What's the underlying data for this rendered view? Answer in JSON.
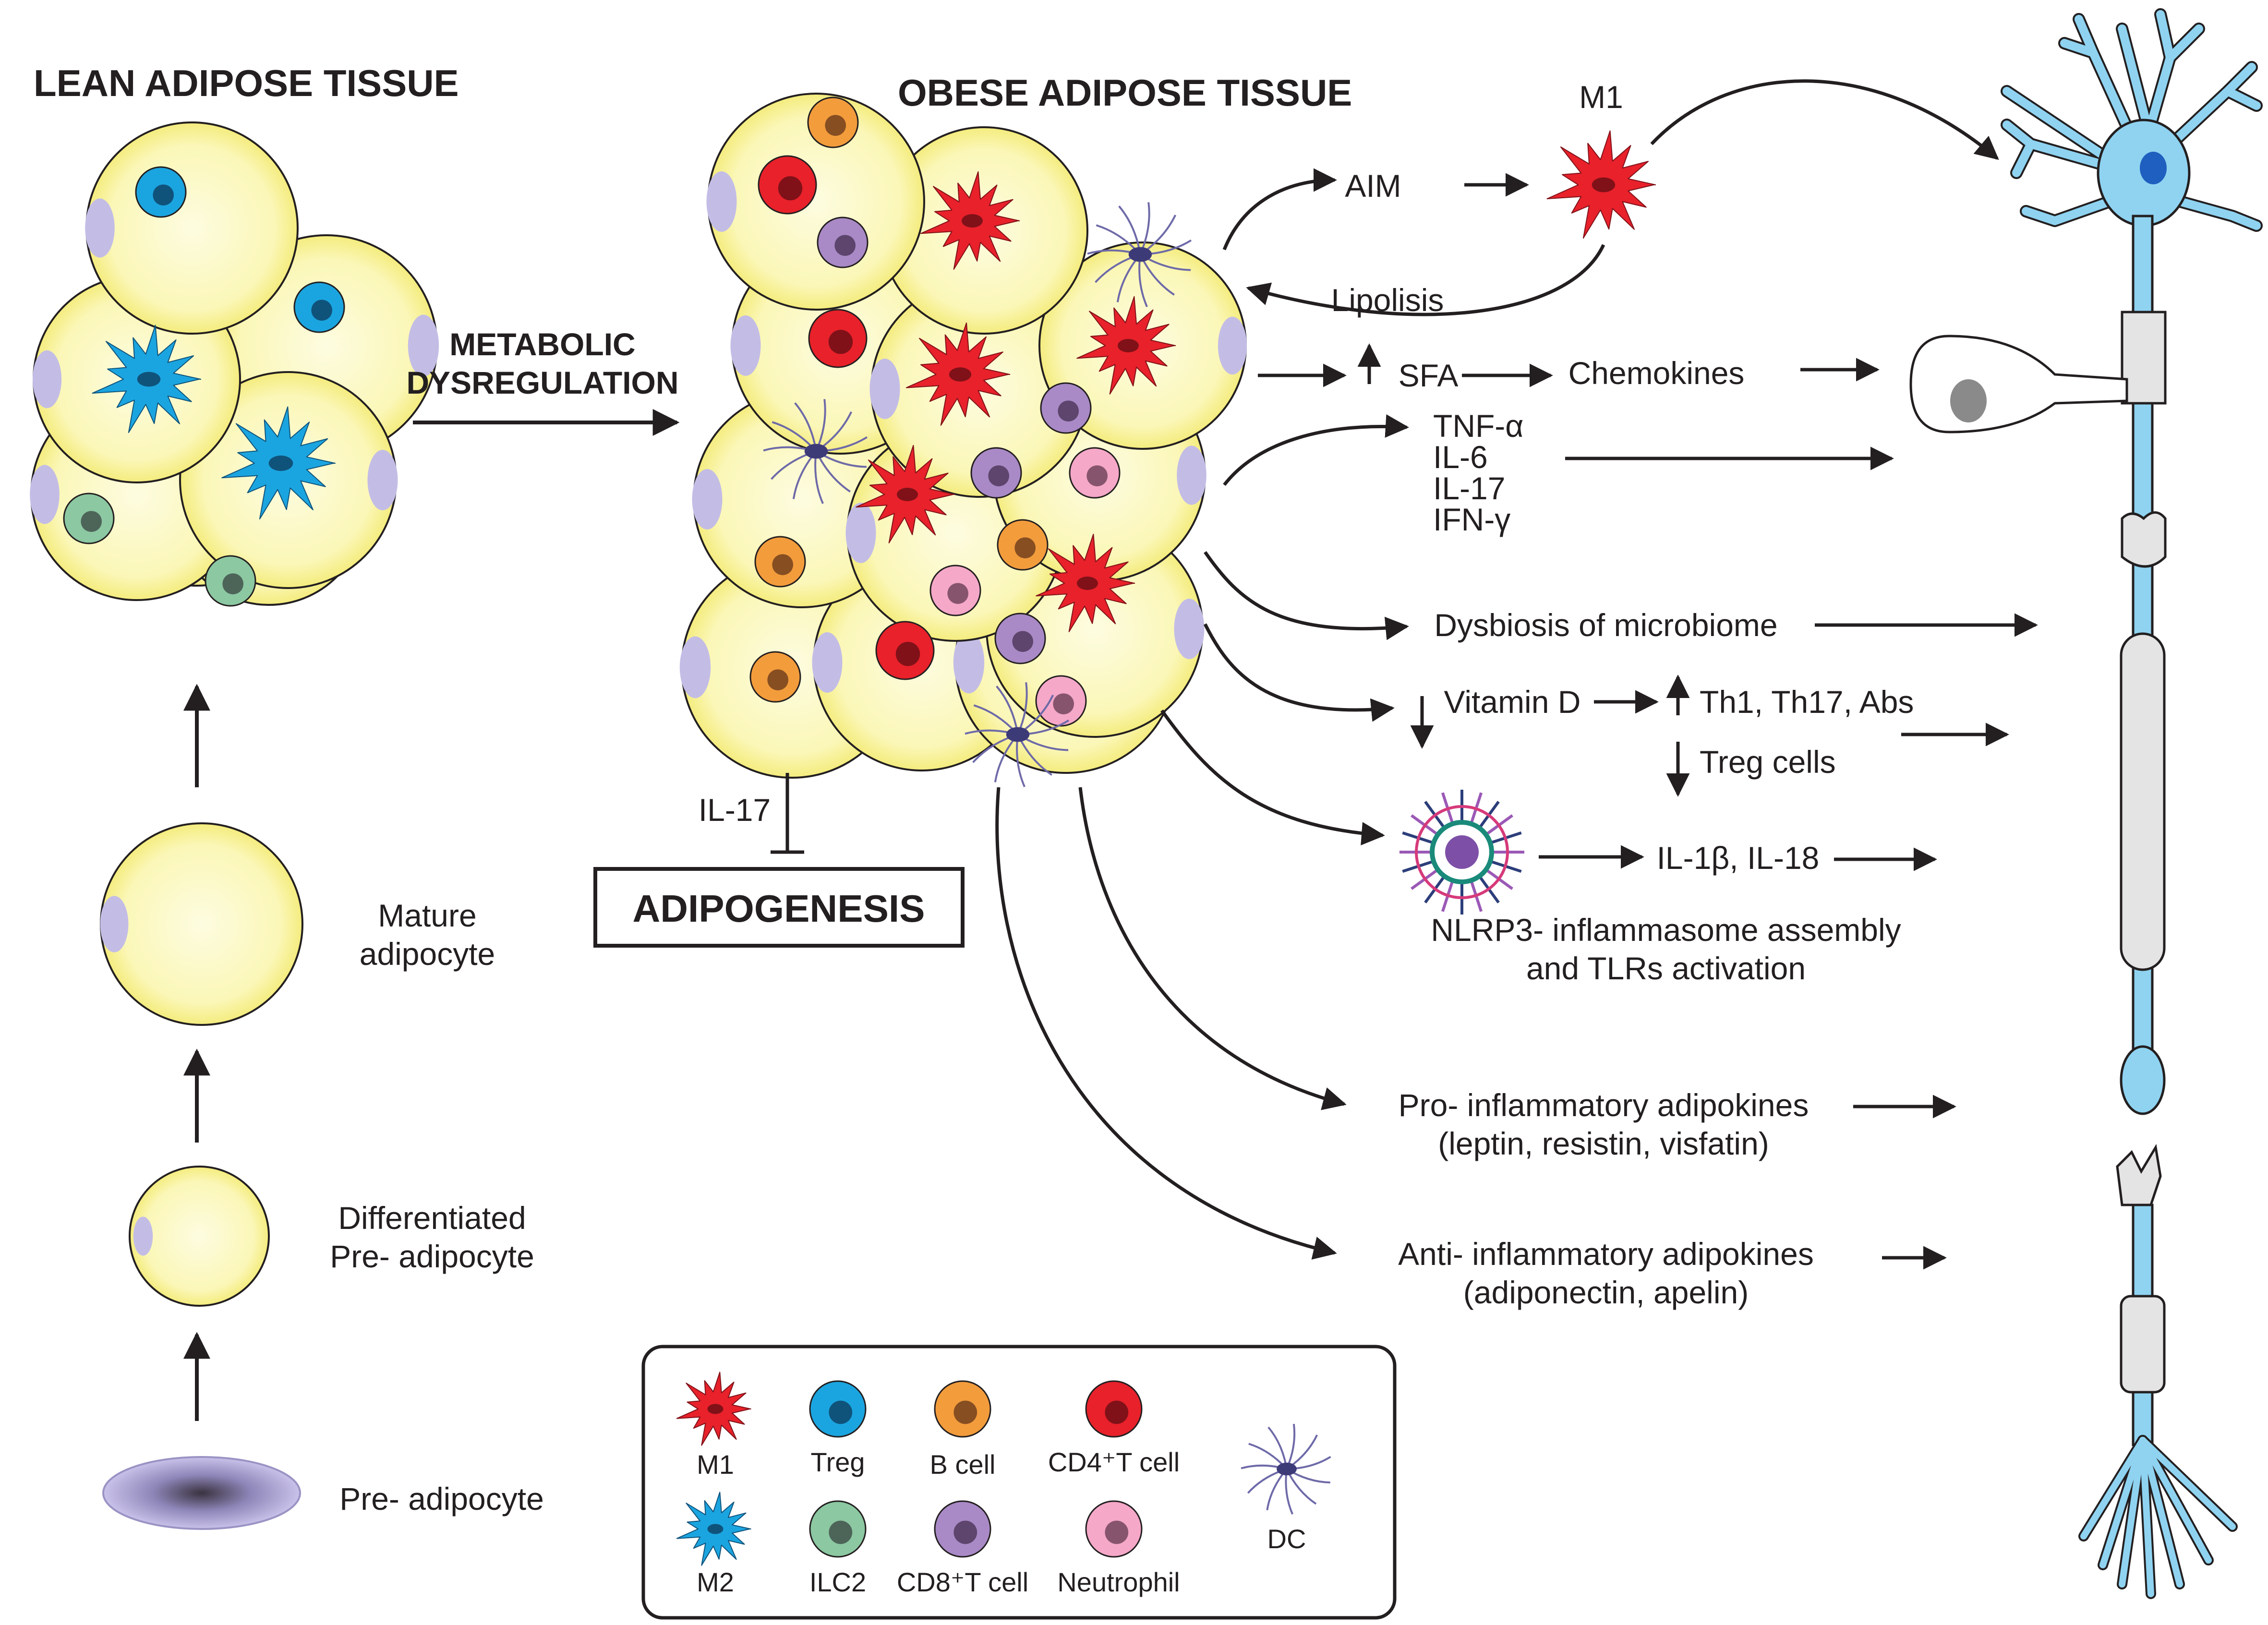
{
  "headings": {
    "lean": "LEAN ADIPOSE TISSUE",
    "obese": "OBESE ADIPOSE TISSUE",
    "metabolic_1": "METABOLIC",
    "metabolic_2": "DYSREGULATION"
  },
  "stages": {
    "mature_1": "Mature",
    "mature_2": "adipocyte",
    "diff_1": "Differentiated",
    "diff_2": "Pre- adipocyte",
    "pre": "Pre- adipocyte"
  },
  "adipogenesis": {
    "il17": "IL-17",
    "box": "ADIPOGENESIS"
  },
  "pathways": {
    "aim": "AIM",
    "m1": "M1",
    "lipolisis": "Lipolisis",
    "sfa": "SFA",
    "chemokines": "Chemokines",
    "tnf": "TNF-α",
    "il6": "IL-6",
    "il17": "IL-17",
    "ifn": "IFN-γ",
    "dysbiosis": "Dysbiosis of microbiome",
    "vitd": "Vitamin D",
    "th": "Th1, Th17, Abs",
    "treg": "Treg cells",
    "il1": "IL-1β, IL-18",
    "nlrp3_1": "NLRP3- inflammasome assembly",
    "nlrp3_2": "and TLRs activation",
    "pro_1": "Pro- inflammatory adipokines",
    "pro_2": "(leptin, resistin, visfatin)",
    "anti_1": "Anti- inflammatory adipokines",
    "anti_2": "(adiponectin, apelin)"
  },
  "legend": {
    "m1": "M1",
    "treg": "Treg",
    "bcell": "B cell",
    "cd4": "CD4⁺T cell",
    "dc": "DC",
    "m2": "M2",
    "ilc2": "ILC2",
    "cd8": "CD8⁺T cell",
    "neutrophil": "Neutrophil"
  },
  "colors": {
    "adipocyte_fill": "#f9f3a0",
    "adipocyte_inner": "#fdfcd8",
    "nucleus_lilac": "#c3bde6",
    "m1_red": "#e8212b",
    "m2_blue": "#1ba5e0",
    "bcell_orange": "#f39c3c",
    "cd8_purple": "#a98ac6",
    "ilc2_green": "#8cc8a2",
    "neutrophil_pink": "#f5a8c8",
    "dc_violet": "#6e6aa8",
    "neuron_blue": "#8fd3f1"
  },
  "icons": [
    "macrophage-m1-icon",
    "macrophage-m2-icon",
    "treg-cell-icon",
    "b-cell-icon",
    "cd4-t-cell-icon",
    "cd8-t-cell-icon",
    "ilc2-cell-icon",
    "neutrophil-icon",
    "dendritic-cell-icon",
    "neuron-icon",
    "inflammasome-icon"
  ]
}
